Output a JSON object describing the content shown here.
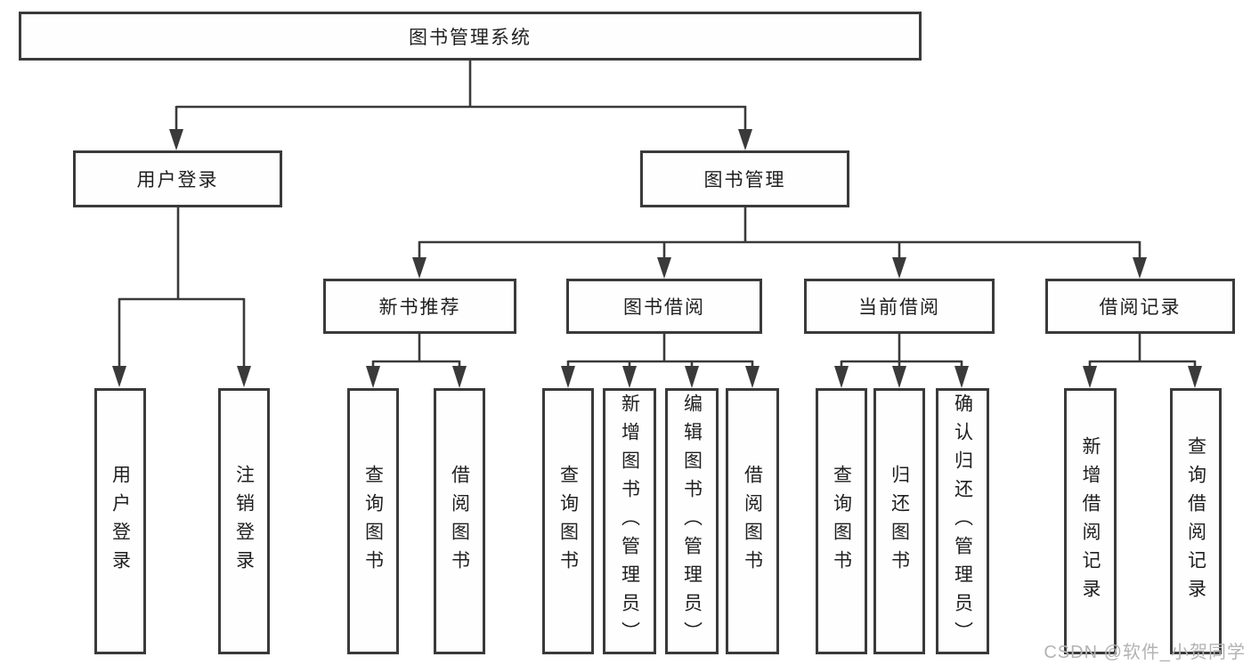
{
  "diagram": {
    "title": "图书管理系统",
    "branches": [
      {
        "label": "用户登录",
        "children": [
          {
            "label": "用户登录"
          },
          {
            "label": "注销登录"
          }
        ]
      },
      {
        "label": "图书管理",
        "children": [
          {
            "label": "新书推荐",
            "children": [
              {
                "label": "查询图书"
              },
              {
                "label": "借阅图书"
              }
            ]
          },
          {
            "label": "图书借阅",
            "children": [
              {
                "label": "查询图书"
              },
              {
                "label": "新增图书（管理员）"
              },
              {
                "label": "编辑图书（管理员）"
              },
              {
                "label": "借阅图书"
              }
            ]
          },
          {
            "label": "当前借阅",
            "children": [
              {
                "label": "查询图书"
              },
              {
                "label": "归还图书"
              },
              {
                "label": "确认归还（管理员）"
              }
            ]
          },
          {
            "label": "借阅记录",
            "children": [
              {
                "label": "新增借阅记录"
              },
              {
                "label": "查询借阅记录"
              }
            ]
          }
        ]
      }
    ]
  },
  "watermark": {
    "text": "CSDN @软件_小贺同学"
  },
  "colors": {
    "line": "#3a3a3a",
    "box_border": "#3a3a3a",
    "text": "#1f1f1f",
    "watermark": "#b3b3b3",
    "background": "#ffffff"
  }
}
